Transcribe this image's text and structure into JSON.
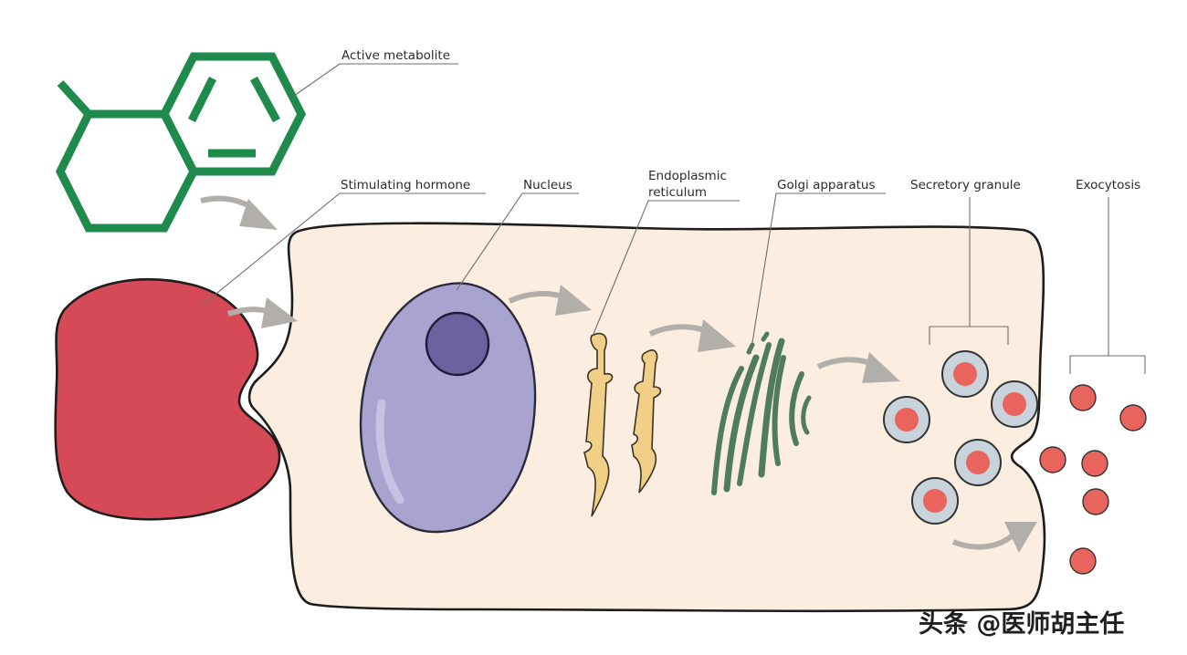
{
  "labels": {
    "active_metabolite": "Active metabolite",
    "stimulating_hormone": "Stimulating hormone",
    "nucleus": "Nucleus",
    "er_line1": "Endoplasmic",
    "er_line2": "reticulum",
    "golgi": "Golgi apparatus",
    "secretory_granule": "Secretory granule",
    "exocytosis": "Exocytosis"
  },
  "watermark": "头条 @医师胡主任",
  "colors": {
    "molecule": "#1e8a4c",
    "hormone": "#d64a57",
    "cell_fill": "#fbeee0",
    "cell_stroke": "#1d1d1d",
    "nucleus": "#a9a3cf",
    "nucleolus": "#6a63a0",
    "er": "#f2cf86",
    "golgi": "#4f7c5d",
    "granule_core": "#e8645d",
    "granule_ring": "#c8d3dc",
    "arrow": "#b2afab"
  }
}
